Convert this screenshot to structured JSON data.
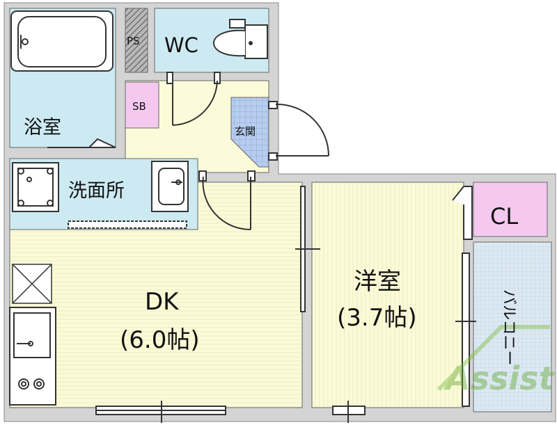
{
  "rooms": {
    "bath": "浴室",
    "pipe_space": "PS",
    "toilet": "WC",
    "shoe_box": "SB",
    "entrance": "玄関",
    "washroom": "洗面所",
    "dk_name": "DK",
    "dk_size": "(6.0帖)",
    "western_name": "洋室",
    "western_size": "(3.7帖)",
    "closet": "CL",
    "balcony": "バルコニー"
  },
  "watermark": "Assist",
  "colors": {
    "wet_area": "#cdeaf2",
    "floor": "#fbfbd9",
    "storage": "#f5c9ef",
    "entrance_tile": "#b8cdee",
    "balcony": "#dce9f2",
    "wall": "#d4d4d4",
    "line": "#333333"
  }
}
